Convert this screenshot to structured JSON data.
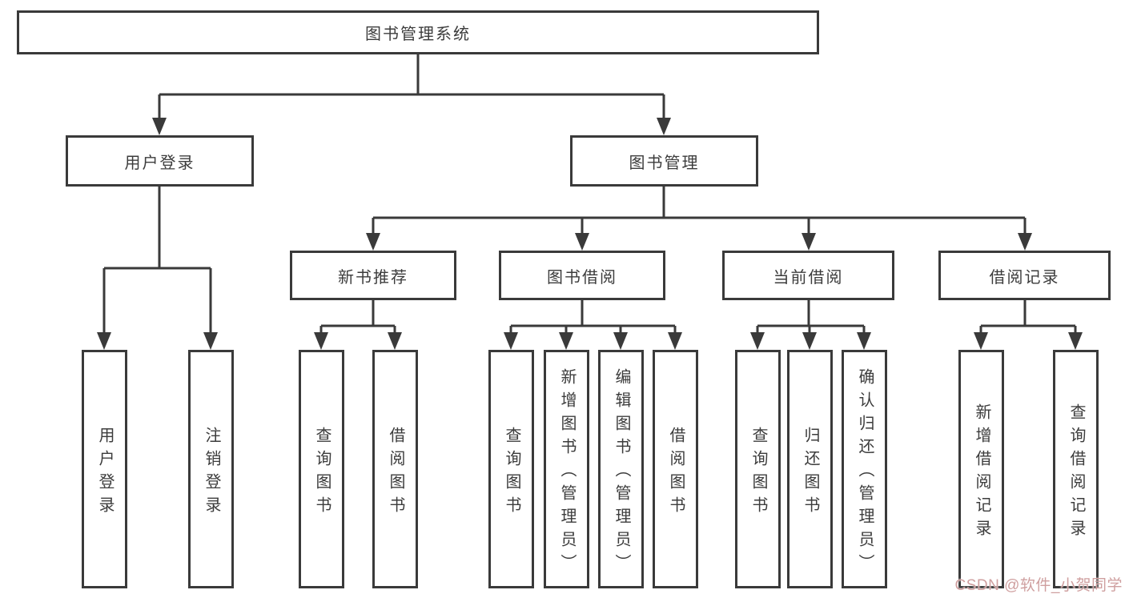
{
  "tree": {
    "label": "图书管理系统",
    "children": [
      {
        "label": "用户登录",
        "children": [
          {
            "label": "用户登录"
          },
          {
            "label": "注销登录"
          }
        ]
      },
      {
        "label": "图书管理",
        "children": [
          {
            "label": "新书推荐",
            "children": [
              {
                "label": "查询图书"
              },
              {
                "label": "借阅图书"
              }
            ]
          },
          {
            "label": "图书借阅",
            "children": [
              {
                "label": "查询图书"
              },
              {
                "label": "新增图书（管理员）"
              },
              {
                "label": "编辑图书（管理员）"
              },
              {
                "label": "借阅图书"
              }
            ]
          },
          {
            "label": "当前借阅",
            "children": [
              {
                "label": "查询图书"
              },
              {
                "label": "归还图书"
              },
              {
                "label": "确认归还（管理员）"
              }
            ]
          },
          {
            "label": "借阅记录",
            "children": [
              {
                "label": "新增借阅记录"
              },
              {
                "label": "查询借阅记录"
              }
            ]
          }
        ]
      }
    ]
  },
  "watermark": {
    "text": "CSDN @软件_小贺同学"
  },
  "colors": {
    "line": "#3a3a3a",
    "text": "#3c3c3c",
    "watermark": "#cf9f9f",
    "background": "#ffffff"
  }
}
